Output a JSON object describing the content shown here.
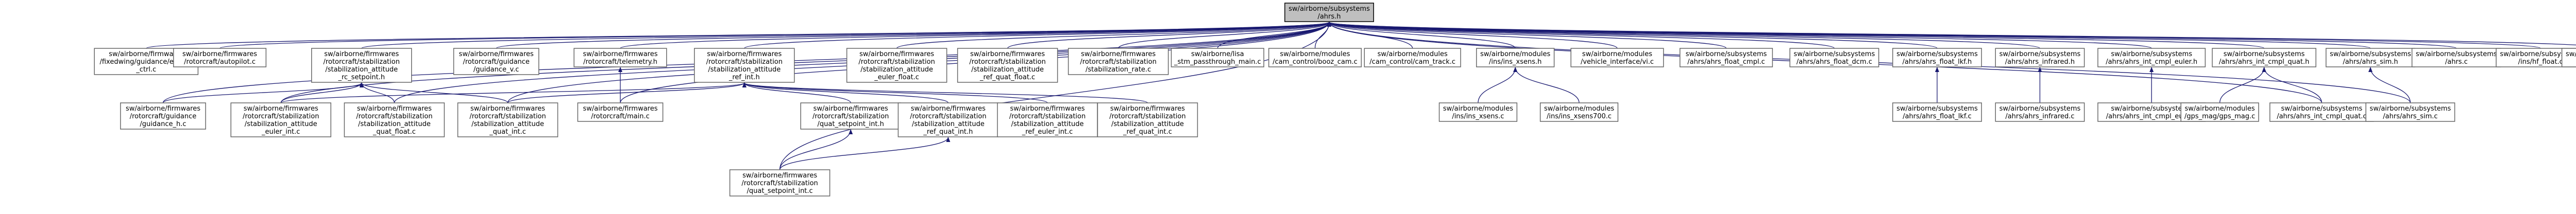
{
  "colors": {
    "edge": "#191970",
    "node_border": "#666666",
    "root_fill": "#bfbfbf",
    "background": "#ffffff"
  },
  "nodes": [
    {
      "id": "root",
      "lines": [
        "sw/airborne/subsystems",
        "/ahrs.h"
      ],
      "root": true
    },
    {
      "id": "n_guid_energy",
      "lines": [
        "sw/airborne/firmwares",
        "/fixedwing/guidance/energy",
        "_ctrl.c"
      ]
    },
    {
      "id": "n_autopilot",
      "lines": [
        "sw/airborne/firmwares",
        "/rotorcraft/autopilot.c"
      ]
    },
    {
      "id": "n_stab_att_rc_setpoint",
      "lines": [
        "sw/airborne/firmwares",
        "/rotorcraft/stabilization",
        "/stabilization_attitude",
        "_rc_setpoint.h"
      ]
    },
    {
      "id": "n_guidance_v",
      "lines": [
        "sw/airborne/firmwares",
        "/rotorcraft/guidance",
        "/guidance_v.c"
      ]
    },
    {
      "id": "n_telemetry",
      "lines": [
        "sw/airborne/firmwares",
        "/rotorcraft/telemetry.h"
      ]
    },
    {
      "id": "n_stab_att_ref_int",
      "lines": [
        "sw/airborne/firmwares",
        "/rotorcraft/stabilization",
        "/stabilization_attitude",
        "_ref_int.h"
      ]
    },
    {
      "id": "n_stab_att_euler_float",
      "lines": [
        "sw/airborne/firmwares",
        "/rotorcraft/stabilization",
        "/stabilization_attitude",
        "_euler_float.c"
      ]
    },
    {
      "id": "n_stab_att_ref_quat_float",
      "lines": [
        "sw/airborne/firmwares",
        "/rotorcraft/stabilization",
        "/stabilization_attitude",
        "_ref_quat_float.c"
      ]
    },
    {
      "id": "n_stab_rate",
      "lines": [
        "sw/airborne/firmwares",
        "/rotorcraft/stabilization",
        "/stabilization_rate.c"
      ]
    },
    {
      "id": "n_stm_passthrough",
      "lines": [
        "sw/airborne/lisa",
        "_stm_passthrough_main.c"
      ]
    },
    {
      "id": "n_booz_cam",
      "lines": [
        "sw/airborne/modules",
        "/cam_control/booz_cam.c"
      ]
    },
    {
      "id": "n_cam_track",
      "lines": [
        "sw/airborne/modules",
        "/cam_control/cam_track.c"
      ]
    },
    {
      "id": "n_ins_xsens",
      "lines": [
        "sw/airborne/modules",
        "/ins/ins_xsens.h"
      ]
    },
    {
      "id": "n_vehicle_interface",
      "lines": [
        "sw/airborne/modules",
        "/vehicle_interface/vi.c"
      ]
    },
    {
      "id": "n_ahrs_float_cmpl",
      "lines": [
        "sw/airborne/subsystems",
        "/ahrs/ahrs_float_cmpl.c"
      ]
    },
    {
      "id": "n_ahrs_float_dcm",
      "lines": [
        "sw/airborne/subsystems",
        "/ahrs/ahrs_float_dcm.c"
      ]
    },
    {
      "id": "n_ahrs_float_lkf_h",
      "lines": [
        "sw/airborne/subsystems",
        "/ahrs/ahrs_float_lkf.h"
      ]
    },
    {
      "id": "n_ahrs_infrared_h",
      "lines": [
        "sw/airborne/subsystems",
        "/ahrs/ahrs_infrared.h"
      ]
    },
    {
      "id": "n_ahrs_int_cmpl_euler_h",
      "lines": [
        "sw/airborne/subsystems",
        "/ahrs/ahrs_int_cmpl_euler.h"
      ]
    },
    {
      "id": "n_ahrs_int_cmpl_quat_h",
      "lines": [
        "sw/airborne/subsystems",
        "/ahrs/ahrs_int_cmpl_quat.h"
      ]
    },
    {
      "id": "n_ahrs_sim_h",
      "lines": [
        "sw/airborne/subsystems",
        "/ahrs/ahrs_sim.h"
      ]
    },
    {
      "id": "n_ahrs_c",
      "lines": [
        "sw/airborne/subsystems",
        "/ahrs.c"
      ]
    },
    {
      "id": "n_ins_float",
      "lines": [
        "sw/airborne/subsystems",
        "/ins/hf_float.c"
      ]
    },
    {
      "id": "n_ins_c",
      "lines": [
        "sw/airborne/subsystems",
        "/ins.c"
      ]
    },
    {
      "id": "n_guidance_h",
      "lines": [
        "sw/airborne/firmwares",
        "/rotorcraft/guidance",
        "/guidance_h.c"
      ]
    },
    {
      "id": "n_stab_att_euler_int",
      "lines": [
        "sw/airborne/firmwares",
        "/rotorcraft/stabilization",
        "/stabilization_attitude",
        "_euler_int.c"
      ]
    },
    {
      "id": "n_stab_att_quat_float",
      "lines": [
        "sw/airborne/firmwares",
        "/rotorcraft/stabilization",
        "/stabilization_attitude",
        "_quat_float.c"
      ]
    },
    {
      "id": "n_stab_att_quat_int",
      "lines": [
        "sw/airborne/firmwares",
        "/rotorcraft/stabilization",
        "/stabilization_attitude",
        "_quat_int.c"
      ]
    },
    {
      "id": "n_main_c",
      "lines": [
        "sw/airborne/firmwares",
        "/rotorcraft/main.c"
      ]
    },
    {
      "id": "n_quat_setpoint_int_h",
      "lines": [
        "sw/airborne/firmwares",
        "/rotorcraft/stabilization",
        "/quat_setpoint_int.h"
      ]
    },
    {
      "id": "n_stab_att_ref_quat_int_h",
      "lines": [
        "sw/airborne/firmwares",
        "/rotorcraft/stabilization",
        "/stabilization_attitude",
        "_ref_quat_int.h"
      ]
    },
    {
      "id": "n_stab_att_ref_euler_int",
      "lines": [
        "sw/airborne/firmwares",
        "/rotorcraft/stabilization",
        "/stabilization_attitude",
        "_ref_euler_int.c"
      ]
    },
    {
      "id": "n_stab_att_ref_quat_int_c",
      "lines": [
        "sw/airborne/firmwares",
        "/rotorcraft/stabilization",
        "/stabilization_attitude",
        "_ref_quat_int.c"
      ]
    },
    {
      "id": "n_ins_xsens_c",
      "lines": [
        "sw/airborne/modules",
        "/ins/ins_xsens.c"
      ]
    },
    {
      "id": "n_ins_xsens700_c",
      "lines": [
        "sw/airborne/modules",
        "/ins/ins_xsens700.c"
      ]
    },
    {
      "id": "n_ahrs_float_lkf_c",
      "lines": [
        "sw/airborne/subsystems",
        "/ahrs/ahrs_float_lkf.c"
      ]
    },
    {
      "id": "n_ahrs_infrared_c",
      "lines": [
        "sw/airborne/subsystems",
        "/ahrs/ahrs_infrared.c"
      ]
    },
    {
      "id": "n_ahrs_int_cmpl_euler_c",
      "lines": [
        "sw/airborne/subsystems",
        "/ahrs/ahrs_int_cmpl_euler.c"
      ]
    },
    {
      "id": "n_gps_mag",
      "lines": [
        "sw/airborne/modules",
        "/gps_mag/gps_mag.c"
      ]
    },
    {
      "id": "n_ahrs_int_cmpl_quat_c",
      "lines": [
        "sw/airborne/subsystems",
        "/ahrs/ahrs_int_cmpl_quat.c"
      ]
    },
    {
      "id": "n_ahrs_sim_c",
      "lines": [
        "sw/airborne/subsystems",
        "/ahrs/ahrs_sim.c"
      ]
    },
    {
      "id": "n_quat_setpoint_int_c",
      "lines": [
        "sw/airborne/firmwares",
        "/rotorcraft/stabilization",
        "/quat_setpoint_int.c"
      ]
    }
  ],
  "edges": [
    [
      "n_guid_energy",
      "root"
    ],
    [
      "n_autopilot",
      "root"
    ],
    [
      "n_stab_att_rc_setpoint",
      "root"
    ],
    [
      "n_guidance_v",
      "root"
    ],
    [
      "n_telemetry",
      "root"
    ],
    [
      "n_stab_att_ref_int",
      "root"
    ],
    [
      "n_stab_att_euler_float",
      "root"
    ],
    [
      "n_stab_att_ref_quat_float",
      "root"
    ],
    [
      "n_stab_rate",
      "root"
    ],
    [
      "n_stm_passthrough",
      "root"
    ],
    [
      "n_booz_cam",
      "root"
    ],
    [
      "n_cam_track",
      "root"
    ],
    [
      "n_ins_xsens",
      "root"
    ],
    [
      "n_vehicle_interface",
      "root"
    ],
    [
      "n_ahrs_float_cmpl",
      "root"
    ],
    [
      "n_ahrs_float_dcm",
      "root"
    ],
    [
      "n_ahrs_float_lkf_h",
      "root"
    ],
    [
      "n_ahrs_infrared_h",
      "root"
    ],
    [
      "n_ahrs_int_cmpl_euler_h",
      "root"
    ],
    [
      "n_ahrs_int_cmpl_quat_h",
      "root"
    ],
    [
      "n_ahrs_sim_h",
      "root"
    ],
    [
      "n_ahrs_c",
      "root"
    ],
    [
      "n_ins_float",
      "root"
    ],
    [
      "n_ins_c",
      "root"
    ],
    [
      "n_guidance_h",
      "root"
    ],
    [
      "n_stab_att_euler_int",
      "root"
    ],
    [
      "n_stab_att_quat_float",
      "root"
    ],
    [
      "n_stab_att_quat_int",
      "root"
    ],
    [
      "n_main_c",
      "root"
    ],
    [
      "n_quat_setpoint_int_c",
      "root"
    ],
    [
      "n_ahrs_int_cmpl_quat_c",
      "root"
    ],
    [
      "n_ahrs_sim_c",
      "root"
    ],
    [
      "n_guidance_h",
      "n_stab_att_rc_setpoint"
    ],
    [
      "n_stab_att_euler_int",
      "n_stab_att_rc_setpoint"
    ],
    [
      "n_stab_att_quat_float",
      "n_stab_att_rc_setpoint"
    ],
    [
      "n_stab_att_quat_int",
      "n_stab_att_rc_setpoint"
    ],
    [
      "n_main_c",
      "n_telemetry"
    ],
    [
      "n_stab_att_euler_int",
      "n_stab_att_ref_int"
    ],
    [
      "n_stab_att_quat_int",
      "n_stab_att_ref_int"
    ],
    [
      "n_quat_setpoint_int_h",
      "n_stab_att_ref_int"
    ],
    [
      "n_stab_att_ref_quat_int_h",
      "n_stab_att_ref_int"
    ],
    [
      "n_stab_att_ref_euler_int",
      "n_stab_att_ref_int"
    ],
    [
      "n_stab_att_ref_quat_int_c",
      "n_stab_att_ref_int"
    ],
    [
      "n_quat_setpoint_int_c",
      "n_quat_setpoint_int_h"
    ],
    [
      "n_quat_setpoint_int_c",
      "n_stab_att_ref_quat_int_h"
    ],
    [
      "n_ins_xsens_c",
      "n_ins_xsens"
    ],
    [
      "n_ins_xsens700_c",
      "n_ins_xsens"
    ],
    [
      "n_ahrs_float_lkf_c",
      "n_ahrs_float_lkf_h"
    ],
    [
      "n_ahrs_infrared_c",
      "n_ahrs_infrared_h"
    ],
    [
      "n_ahrs_int_cmpl_euler_c",
      "n_ahrs_int_cmpl_euler_h"
    ],
    [
      "n_gps_mag",
      "n_ahrs_int_cmpl_quat_h"
    ],
    [
      "n_ahrs_int_cmpl_quat_c",
      "n_ahrs_int_cmpl_quat_h"
    ],
    [
      "n_ahrs_sim_c",
      "n_ahrs_sim_h"
    ]
  ]
}
